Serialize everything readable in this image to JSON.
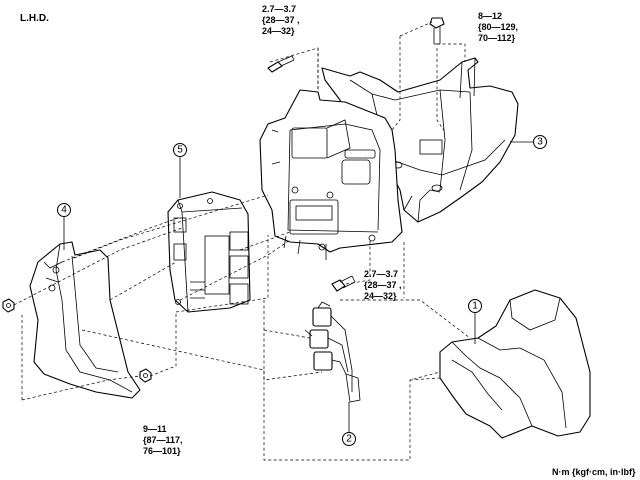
{
  "header": {
    "drive_label": "L.H.D."
  },
  "torque_specs": [
    {
      "line1": "2.7—3.7",
      "line2": "{28—37 ,",
      "line3": "24—32}"
    },
    {
      "line1": "8—12",
      "line2": "{80—129,",
      "line3": "70—112}"
    },
    {
      "line1": "2.7—3.7",
      "line2": "{28—37 ,",
      "line3": "24—32}"
    },
    {
      "line1": "9—11",
      "line2": "{87—117,",
      "line3": "76—101}"
    }
  ],
  "callouts": [
    "1",
    "2",
    "3",
    "4",
    "5"
  ],
  "units_note": "N·m {kgf·cm, in·lbf}"
}
